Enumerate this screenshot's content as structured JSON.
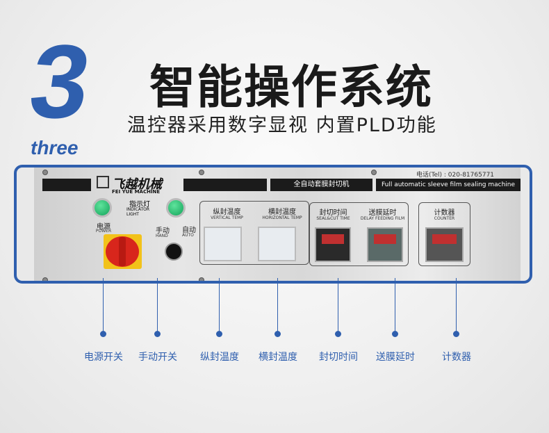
{
  "header": {
    "number": "3",
    "number_word": "three",
    "title": "智能操作系统",
    "subtitle": "温控器采用数字显视 内置PLD功能"
  },
  "panel": {
    "brand_cn": "飞越机械",
    "brand_en": "FEI YUE MACHINE",
    "machine_cn": "全自动套膜封切机",
    "machine_en": "Full automatic sleeve film sealing machine",
    "phone": "电话(Tel) : 020-81765771",
    "indicator_cn": "指示灯",
    "indicator_en": "INDICATOR LIGHT",
    "power_cn": "电源",
    "power_en": "POWER",
    "hand_cn": "手动",
    "hand_en": "HAND",
    "auto_cn": "自动",
    "auto_en": "AUTO",
    "vtemp_cn": "纵封温度",
    "vtemp_en": "VERTICAL TEMP",
    "htemp_cn": "横封温度",
    "htemp_en": "HORIZONTAL TEMP",
    "seal_cn": "封切时间",
    "seal_en": "SEAL&CUT TIME",
    "delay_cn": "送膜延时",
    "delay_en": "DELAY FEEDING FILM",
    "counter_cn": "计数器",
    "counter_en": "COUNTER"
  },
  "callouts": [
    "电源开关",
    "手动开关",
    "纵封温度",
    "横封温度",
    "封切时间",
    "送膜延时",
    "计数器"
  ],
  "colors": {
    "accent": "#2f5fae"
  }
}
